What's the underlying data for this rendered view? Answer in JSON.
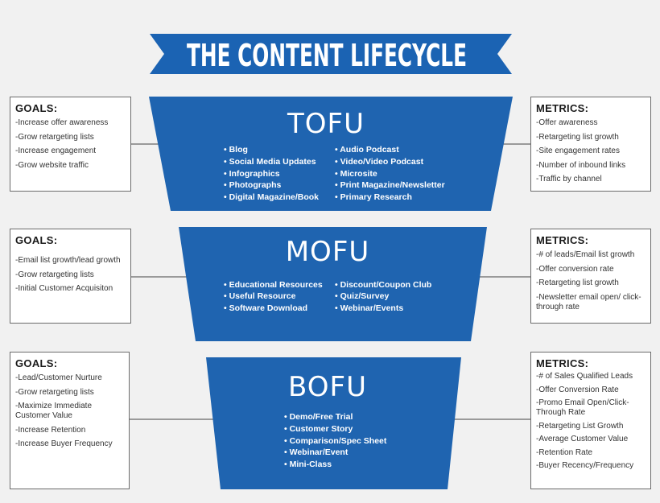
{
  "title": "THE CONTENT LIFECYCLE",
  "colors": {
    "funnel_blue": "#1f64b0",
    "banner_blue": "#1b63b3",
    "text_on_blue": "#ffffff",
    "box_border": "#6b6b6b",
    "connector": "#666666"
  },
  "stages": [
    {
      "name": "TOFU",
      "items_left": [
        "Blog",
        "Social Media Updates",
        "Infographics",
        "Photographs",
        "Digital Magazine/Book"
      ],
      "items_right": [
        "Audio Podcast",
        "Video/Video Podcast",
        "Microsite",
        "Print Magazine/Newsletter",
        "Primary Research"
      ],
      "goals": {
        "title": "GOALS:",
        "items": [
          "-Increase offer awareness",
          "-Grow retargeting lists",
          "-Increase engagement",
          "-Grow website traffic"
        ]
      },
      "metrics": {
        "title": "METRICS:",
        "items": [
          "-Offer awareness",
          "-Retargeting list growth",
          "-Site engagement rates",
          "-Number of inbound links",
          "-Traffic by channel"
        ]
      }
    },
    {
      "name": "MOFU",
      "items_left": [
        "Educational Resources",
        "Useful Resource",
        "Software Download"
      ],
      "items_right": [
        "Discount/Coupon Club",
        "Quiz/Survey",
        "Webinar/Events"
      ],
      "goals": {
        "title": "GOALS:",
        "items": [
          "-Email list growth/lead growth",
          "-Grow retargeting lists",
          "-Initial Customer Acquisiton"
        ]
      },
      "metrics": {
        "title": "METRICS:",
        "items": [
          "-# of leads/Email list growth",
          "-Offer conversion rate",
          "-Retargeting list growth",
          "-Newsletter email open/ click-through rate"
        ]
      }
    },
    {
      "name": "BOFU",
      "items_left": [
        "Demo/Free Trial",
        "Customer Story",
        "Comparison/Spec Sheet",
        "Webinar/Event",
        "Mini-Class"
      ],
      "items_right": [],
      "goals": {
        "title": "GOALS:",
        "items": [
          "-Lead/Customer Nurture",
          "-Grow retargeting lists",
          "-Maximize Immediate Customer Value",
          "-Increase Retention",
          "-Increase Buyer Frequency"
        ]
      },
      "metrics": {
        "title": "METRICS:",
        "items": [
          "-# of Sales Qualified Leads",
          "-Offer Conversion Rate",
          "-Promo Email Open/Click-Through Rate",
          "-Retargeting List Growth",
          "-Average Customer Value",
          "-Retention Rate",
          "-Buyer Recency/Frequency"
        ]
      }
    }
  ]
}
